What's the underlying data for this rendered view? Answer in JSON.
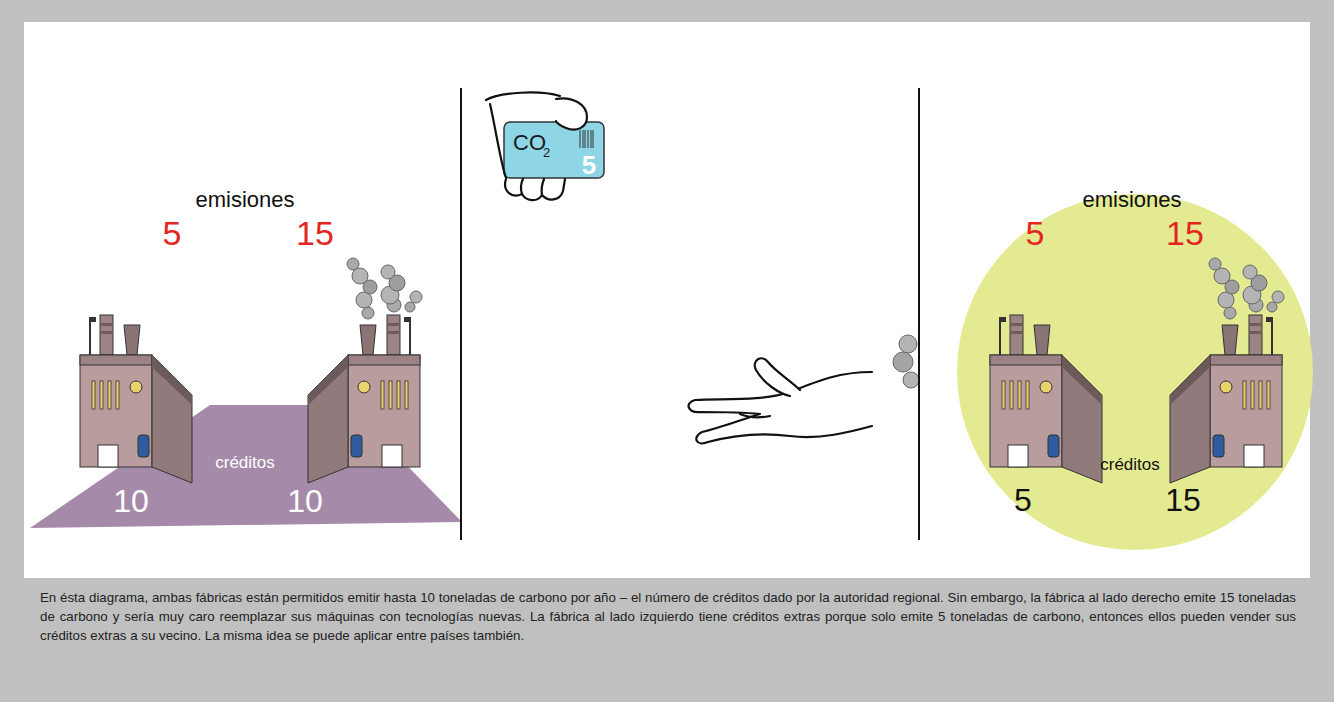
{
  "diagram": {
    "caption": "En ésta diagrama, ambas fábricas están permitidos emitir hasta 10 toneladas de carbono por año – el número de créditos dado por la autoridad regional. Sin embargo, la fábrica al lado derecho emite 15 toneladas de carbono y sería muy caro reemplazar sus máquinas con tecnologías nuevas. La fábrica al lado izquierdo tiene créditos extras porque solo emite 5 toneladas de carbono, entonces ellos pueden vender sus créditos extras a su vecino. La misma idea se puede aplicar entre países también.",
    "nodes": [
      {
        "text": [
          "créditos",
          "10",
          "10"
        ]
      },
      {
        "text": [
          "CO",
          "2",
          "5"
        ]
      },
      {
        "text": [
          "emisiones",
          "5",
          "15",
          "créditos",
          "5",
          "15"
        ]
      }
    ],
    "labels": [
      "emisiones",
      "5",
      "15"
    ]
  }
}
